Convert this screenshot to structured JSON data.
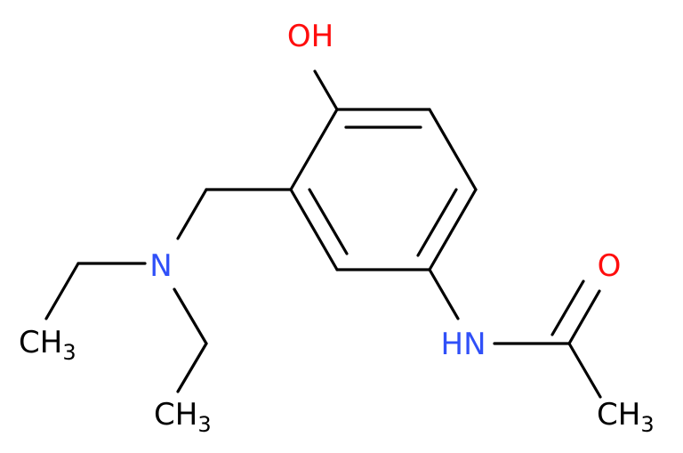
{
  "colors": {
    "bond": "#000000",
    "carbon_label": "#000000",
    "oxygen": "#ff0d0d",
    "nitrogen": "#3050f8",
    "background": "#ffffff"
  },
  "atoms": {
    "hydroxyl": {
      "text": "OH"
    },
    "amine_n": {
      "text": "N"
    },
    "amide_nh": {
      "text": "HN"
    },
    "carbonyl_o": {
      "text": "O"
    },
    "methyl_1": {
      "main": "CH",
      "sub": "3"
    },
    "methyl_2": {
      "main": "CH",
      "sub": "3"
    },
    "methyl_3": {
      "main": "CH",
      "sub": "3"
    }
  }
}
